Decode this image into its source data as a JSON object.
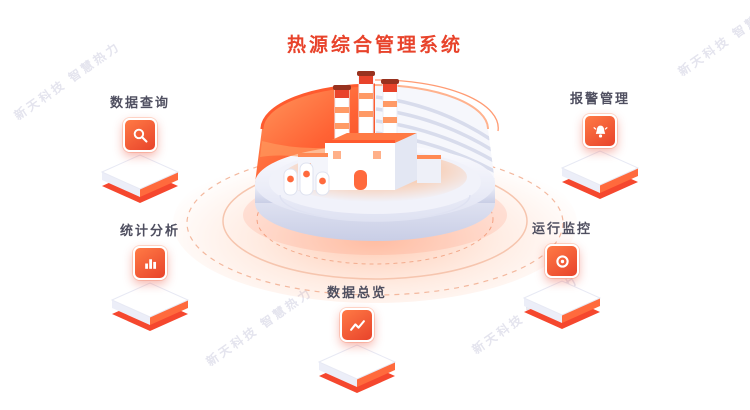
{
  "title": "热源综合管理系统",
  "watermark": {
    "text": "新天科技 智慧热力"
  },
  "nodes": [
    {
      "label": "数据查询",
      "icon": "search-document-icon",
      "position": "top-left"
    },
    {
      "label": "报警管理",
      "icon": "alarm-bell-icon",
      "position": "top-right"
    },
    {
      "label": "统计分析",
      "icon": "bar-chart-icon",
      "position": "bottom-left"
    },
    {
      "label": "运行监控",
      "icon": "monitor-disc-icon",
      "position": "bottom-right"
    },
    {
      "label": "数据总览",
      "icon": "line-chart-icon",
      "position": "bottom-center"
    }
  ],
  "colors": {
    "accent": "#e8432b",
    "orange": "#ff6a3d",
    "orange_light": "#ff9a5f",
    "platform_lavender": "#e6e8f5",
    "label_gray": "#4f4f60",
    "watermark_gray": "#e4e4ee",
    "ring_orange": "#f3b89e"
  }
}
